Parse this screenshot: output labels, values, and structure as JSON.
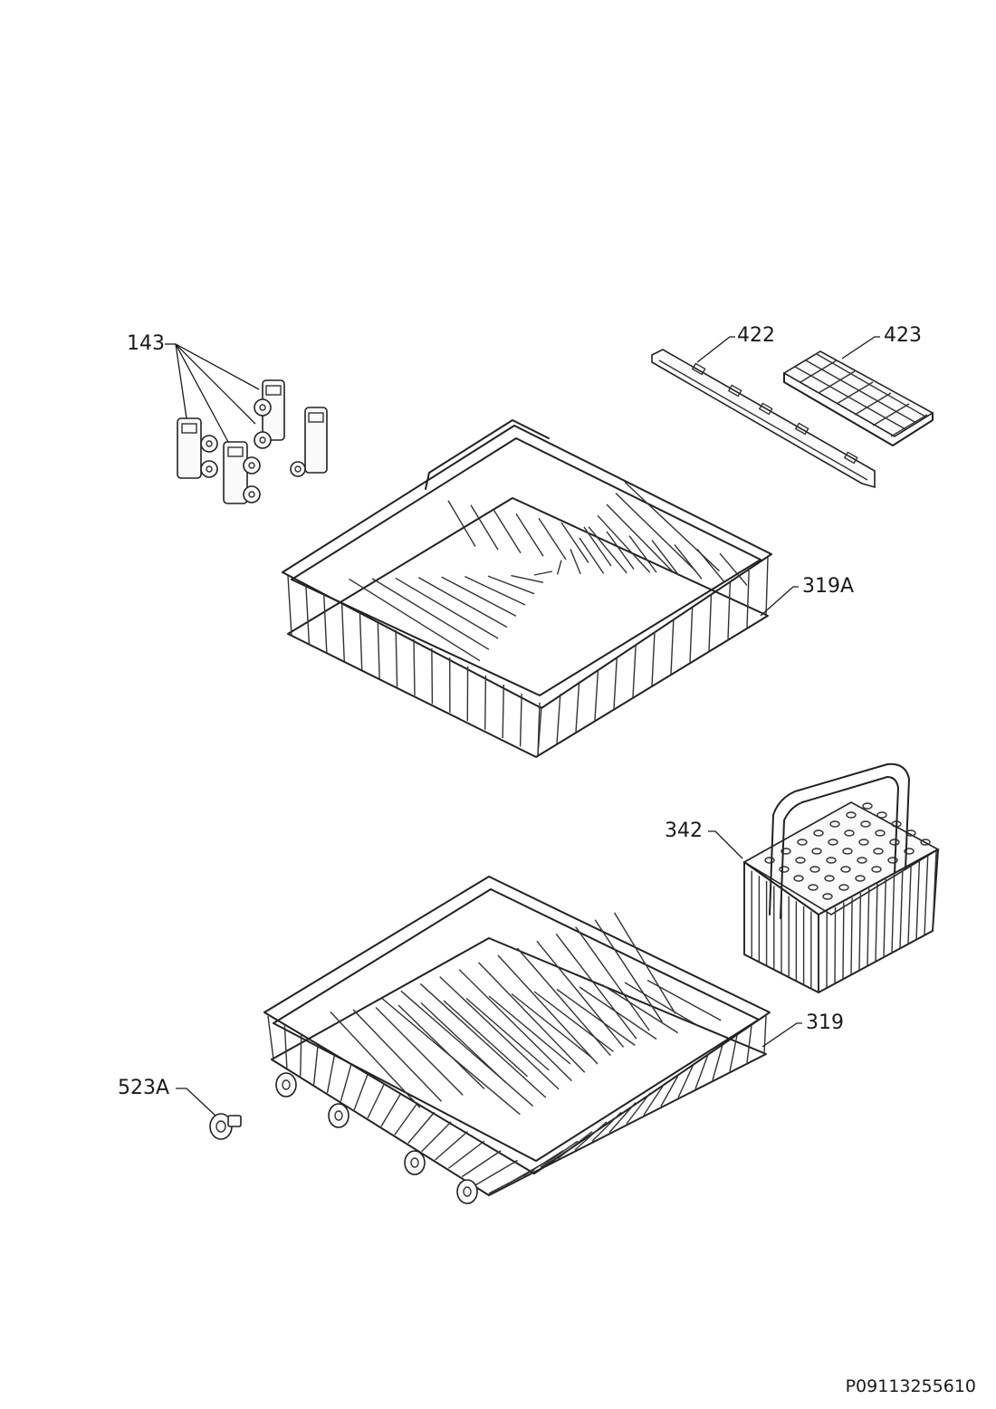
{
  "callouts": {
    "c143": "143",
    "c422": "422",
    "c423": "423",
    "c319A": "319A",
    "c342": "342",
    "c319": "319",
    "c523A": "523A"
  },
  "document_id": "P09113255610"
}
